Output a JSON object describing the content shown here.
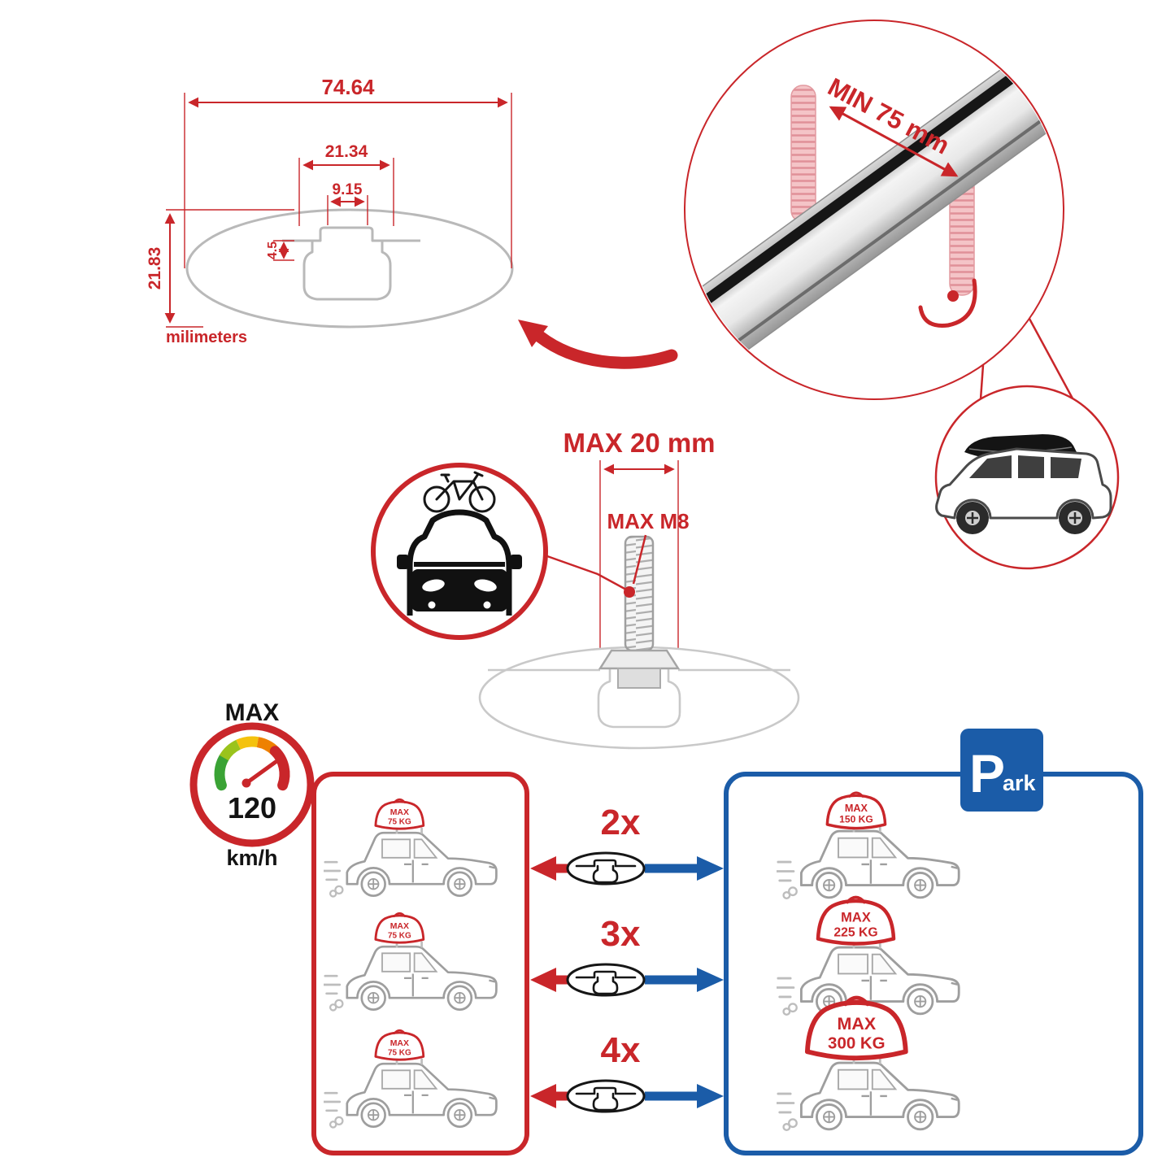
{
  "colors": {
    "accent_red": "#c9262a",
    "accent_blue": "#1b5ca8",
    "outline_gray": "#b9b9b9"
  },
  "cross_section": {
    "width_total": "74.64",
    "width_inner": "21.34",
    "width_slot": "9.15",
    "depth_step": "4.5",
    "height_total": "21.83",
    "units_label": "milimeters"
  },
  "crossbar_inset": {
    "min_clamp_label": "MIN 75 mm"
  },
  "bolt_diagram": {
    "max_width_label": "MAX 20 mm",
    "max_thread_label": "MAX M8"
  },
  "speed_limit": {
    "title": "MAX",
    "value": "120",
    "unit": "km/h"
  },
  "parking_sign": {
    "letter": "P",
    "suffix": "ark"
  },
  "left_panel": {
    "cars": [
      {
        "max": "MAX",
        "weight": "75 KG"
      },
      {
        "max": "MAX",
        "weight": "75 KG"
      },
      {
        "max": "MAX",
        "weight": "75 KG"
      }
    ]
  },
  "right_panel": {
    "cars": [
      {
        "max": "MAX",
        "weight": "150 KG"
      },
      {
        "max": "MAX",
        "weight": "225 KG"
      },
      {
        "max": "MAX",
        "weight": "300 KG"
      }
    ]
  },
  "multipliers": [
    {
      "label": "2x"
    },
    {
      "label": "3x"
    },
    {
      "label": "4x"
    }
  ]
}
